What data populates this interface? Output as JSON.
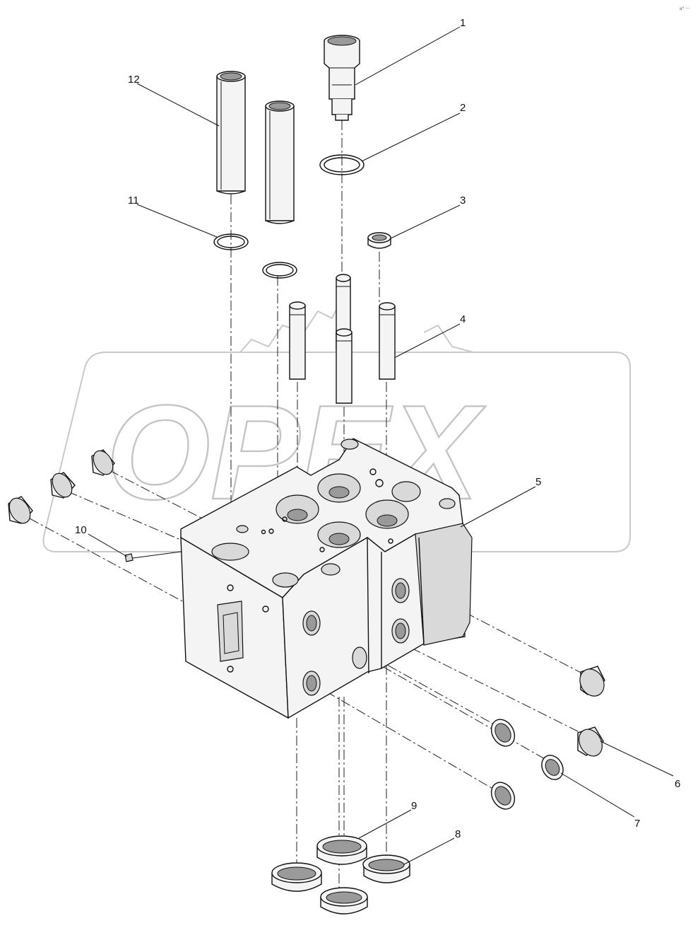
{
  "diagram": {
    "watermark": "OPEX",
    "corner_mark": "a° ···",
    "callouts": [
      {
        "id": "callout-1",
        "label": "1"
      },
      {
        "id": "callout-2",
        "label": "2"
      },
      {
        "id": "callout-3",
        "label": "3"
      },
      {
        "id": "callout-4",
        "label": "4"
      },
      {
        "id": "callout-5",
        "label": "5"
      },
      {
        "id": "callout-6",
        "label": "6"
      },
      {
        "id": "callout-7",
        "label": "7"
      },
      {
        "id": "callout-8",
        "label": "8"
      },
      {
        "id": "callout-9",
        "label": "9"
      },
      {
        "id": "callout-10",
        "label": "10"
      },
      {
        "id": "callout-11",
        "label": "11"
      },
      {
        "id": "callout-12",
        "label": "12"
      }
    ]
  }
}
